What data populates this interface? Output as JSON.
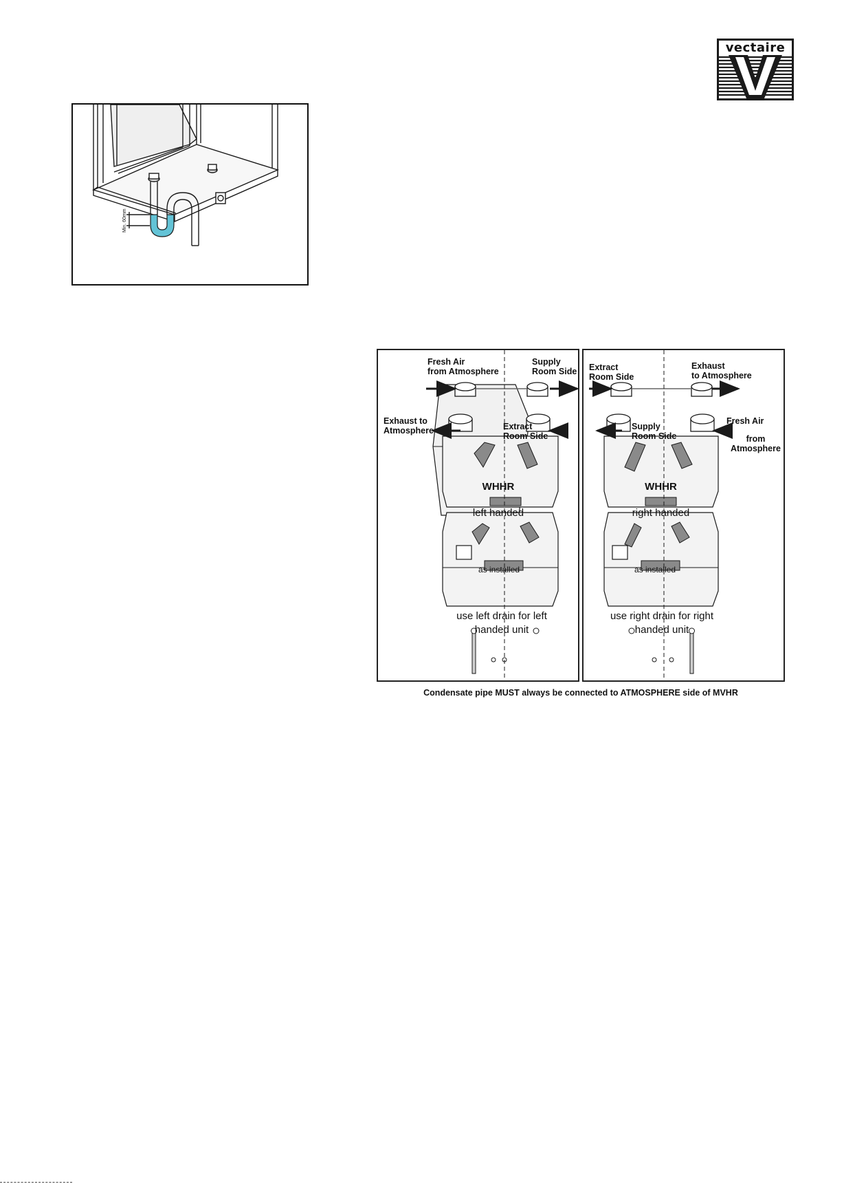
{
  "logo": {
    "text": "vectaire"
  },
  "trap_figure": {
    "dimension_label": "Min. 60mm"
  },
  "left_unit": {
    "top_labels": {
      "fresh_air": "Fresh Air\nfrom Atmosphere",
      "supply": "Supply\nRoom Side"
    },
    "mid_labels": {
      "exhaust": "Exhaust to\nAtmosphere",
      "extract": "Extract\nRoom Side"
    },
    "unit_title": "WHHR",
    "unit_subtitle": "left handed",
    "as_installed": "as installed",
    "drain_note": "use left drain for left\nhanded unit"
  },
  "right_unit": {
    "top_labels": {
      "extract": "Extract\nRoom Side",
      "exhaust": "Exhaust\nto Atmosphere"
    },
    "mid_labels": {
      "supply": "Supply\nRoom Side",
      "fresh_air": "Fresh Air",
      "fresh_air_from": "from\nAtmosphere"
    },
    "unit_title": "WHHR",
    "unit_subtitle": "right handed",
    "as_installed": "as installed",
    "drain_note": "use right drain for right\nhanded unit"
  },
  "caption": "Condensate pipe MUST always be connected to ATMOSPHERE side of MVHR",
  "colors": {
    "water": "#63c3d6",
    "line": "#1a1a1a",
    "unit_fill": "#f1f1f1",
    "slot_fill": "#8a8a8a"
  }
}
